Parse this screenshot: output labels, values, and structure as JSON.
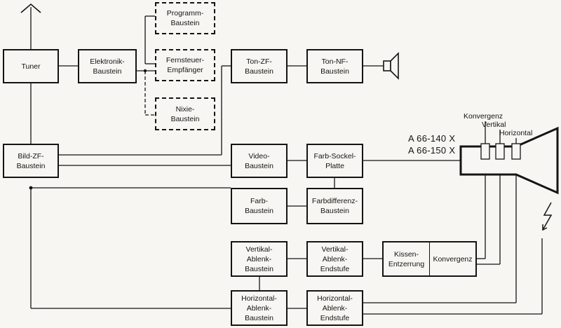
{
  "blocks": {
    "tuner": "Tuner",
    "elektronik": "Elektronik-\nBaustein",
    "programm": "Programm-\nBaustein",
    "fernsteuer": "Fernsteuer-\nEmpfänger",
    "nixie": "Nixie-\nBaustein",
    "ton_zf": "Ton-ZF-\nBaustein",
    "ton_nf": "Ton-NF-\nBaustein",
    "bild_zf": "Bild-ZF-\nBaustein",
    "video": "Video-\nBaustein",
    "farb_sockel": "Farb-Sockel-\nPlatte",
    "farb": "Farb-\nBaustein",
    "farbdifferenz": "Farbdifferenz-\nBaustein",
    "vertikal_ablenk": "Vertikal-\nAblenk-\nBaustein",
    "vertikal_endstufe": "Vertikal-\nAblenk-\nEndstufe",
    "kissen": "Kissen-\nEntzerrung",
    "konvergenz_block": "Konvergenz",
    "horizontal_ablenk": "Horizontal-\nAblenk-\nBaustein",
    "horizontal_endstufe": "Horizontal-\nAblenk-\nEndstufe"
  },
  "labels": {
    "konvergenz": "Konvergenz",
    "vertikal": "Vertikal",
    "horizontal": "Horizontal",
    "model_1": "A 66-140 X",
    "model_2": "A 66-150 X"
  },
  "icons": [
    "antenna-icon",
    "speaker-icon",
    "lightning-icon",
    "picture-tube-icon"
  ],
  "colors": {
    "ink": "#141414",
    "paper": "#f7f6f2"
  }
}
